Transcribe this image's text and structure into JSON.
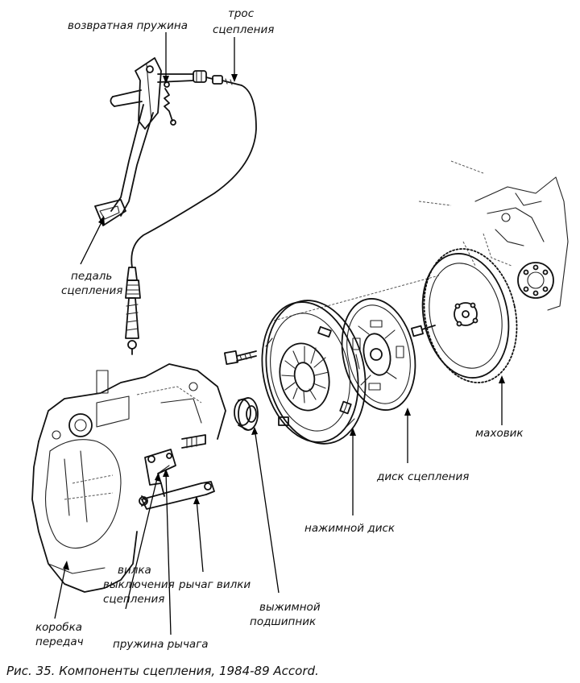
{
  "labels": {
    "return_spring": "возвратная пружина",
    "cable_line1": "трос",
    "cable_line2": "сцепления",
    "pedal_line1": "педаль",
    "pedal_line2": "сцепления",
    "flywheel": "маховик",
    "clutch_disc": "диск сцепления",
    "pressure_plate": "нажимной диск",
    "fork_line1": "вилка",
    "fork_line2": "выключения",
    "fork_line3": "сцепления",
    "fork_lever": "рычаг вилки",
    "release_bearing_line1": "выжимной",
    "release_bearing_line2": "подшипник",
    "gearbox_line1": "коробка",
    "gearbox_line2": "передач",
    "lever_spring": "пружина рычага"
  },
  "caption": "Рис. 35. Компоненты сцепления, 1984-89 Accord."
}
